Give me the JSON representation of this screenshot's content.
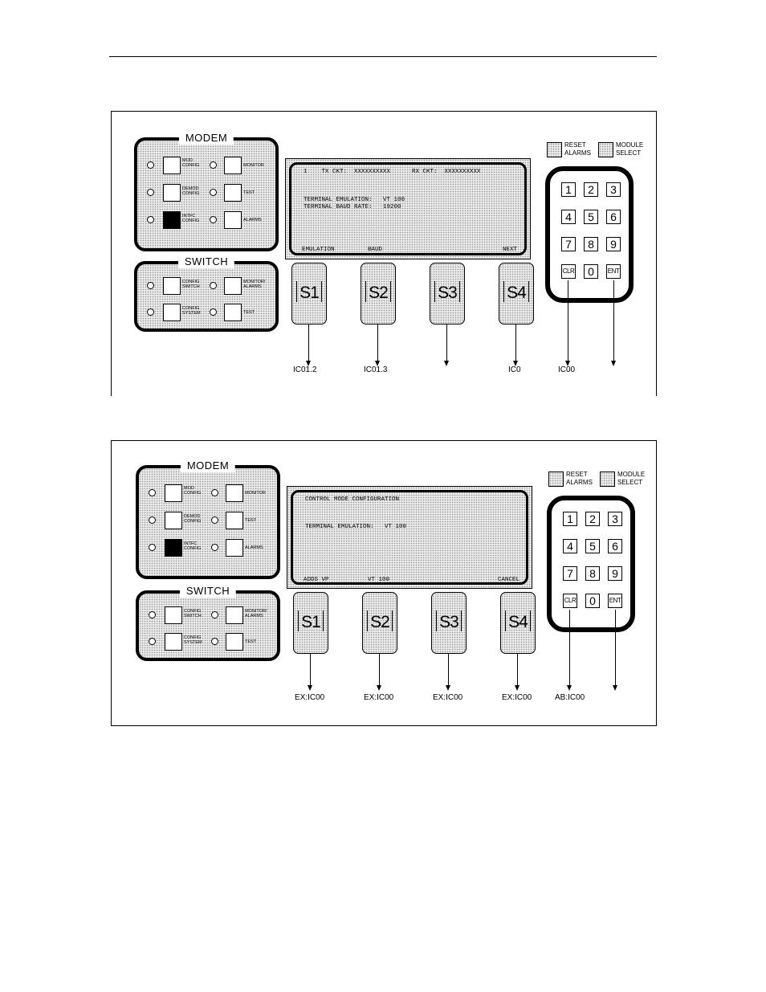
{
  "figures": [
    {
      "modem": {
        "title": "MODEM",
        "buttons": [
          "MOD\nCONFIG",
          "MONITOR",
          "DEMOD\nCONFIG",
          "TEST",
          "INTFC\nCONFIG",
          "ALARMS"
        ]
      },
      "switch": {
        "title": "SWITCH",
        "buttons": [
          "CONFIG\nSWITCH",
          "MONITOR/\nALARMS",
          "CONFIG\nSYSTEM",
          "TEST"
        ]
      },
      "lcd": {
        "line1": "1    TX CKT:  XXXXXXXXXX      RX CKT:  XXXXXXXXXX",
        "line2": "TERMINAL EMULATION:   VT 100",
        "line3": "TERMINAL BAUD RATE:   19200",
        "softkeys": [
          "EMULATION",
          "BAUD",
          "",
          "NEXT"
        ]
      },
      "softkey_buttons": [
        "S1",
        "S2",
        "S3",
        "S4"
      ],
      "destinations": [
        "IC01.2",
        "IC01.3",
        "",
        "IC0",
        "IC00",
        ""
      ],
      "reset_label": "RESET\nALARMS",
      "module_label": "MODULE\nSELECT",
      "keypad": [
        "1",
        "2",
        "3",
        "4",
        "5",
        "6",
        "7",
        "8",
        "9",
        "CLR",
        "0",
        "ENT"
      ]
    },
    {
      "modem": {
        "title": "MODEM",
        "buttons": [
          "MOD\nCONFIG",
          "MONITOR",
          "DEMOD\nCONFIG",
          "TEST",
          "INTFC\nCONFIG",
          "ALARMS"
        ]
      },
      "switch": {
        "title": "SWITCH",
        "buttons": [
          "CONFIG\nSWITCH",
          "MONITOR/\nALARMS",
          "CONFIG\nSYSTEM",
          "TEST"
        ]
      },
      "lcd": {
        "line1": "CONTROL MODE CONFIGURATION",
        "line2": "TERMINAL EMULATION:   VT 100",
        "line3": "",
        "softkeys": [
          "ADDS VP",
          "VT 100",
          "",
          "CANCEL"
        ]
      },
      "softkey_buttons": [
        "S1",
        "S2",
        "S3",
        "S4"
      ],
      "destinations": [
        "EX:IC00",
        "EX:IC00",
        "EX:IC00",
        "EX:IC00",
        "AB:IC00",
        ""
      ],
      "reset_label": "RESET\nALARMS",
      "module_label": "MODULE\nSELECT",
      "keypad": [
        "1",
        "2",
        "3",
        "4",
        "5",
        "6",
        "7",
        "8",
        "9",
        "CLR",
        "0",
        "ENT"
      ]
    }
  ]
}
